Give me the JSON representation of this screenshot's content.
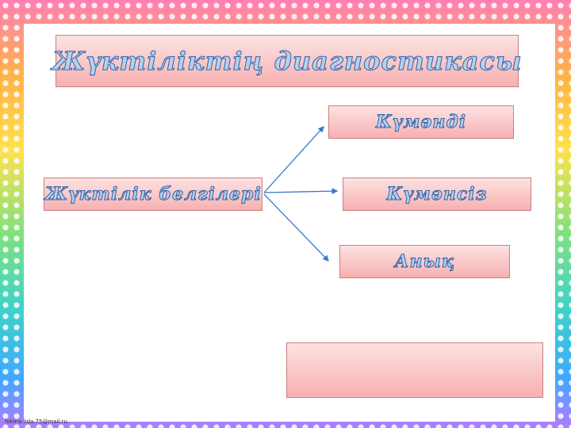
{
  "title": "Жүктіліктің диагностикасы",
  "source_node": "Жүктілік белгілері",
  "branches": [
    "Күмәнді",
    "Күмәнсіз",
    "Анық"
  ],
  "footer_email": "fokina.lida.75@mail.ru",
  "colors": {
    "box_fill": "#f7b0b0",
    "text_outline": "#2f62a8",
    "arrow": "#3a78c8"
  }
}
